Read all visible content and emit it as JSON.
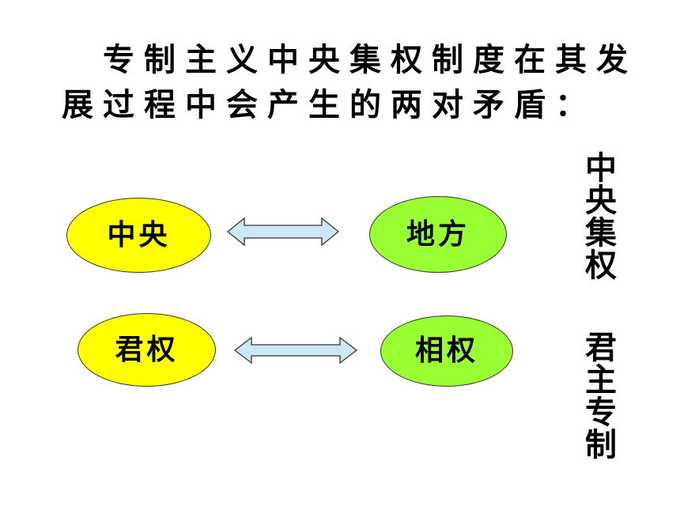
{
  "title": {
    "line1": "专制主义中央集权制度在其发",
    "line2": "展过程中会产生的两对矛盾："
  },
  "pairs": [
    {
      "left": {
        "label": "中央",
        "color": "#ffff00"
      },
      "right": {
        "label": "地方",
        "color": "#99ff33"
      }
    },
    {
      "left": {
        "label": "君权",
        "color": "#ffff00"
      },
      "right": {
        "label": "相权",
        "color": "#99ff33"
      }
    }
  ],
  "side_labels": {
    "central": "中央集权",
    "autocracy": "君主专制"
  },
  "colors": {
    "arrow_fill": "#cce8f4",
    "arrow_stroke": "#333333"
  }
}
